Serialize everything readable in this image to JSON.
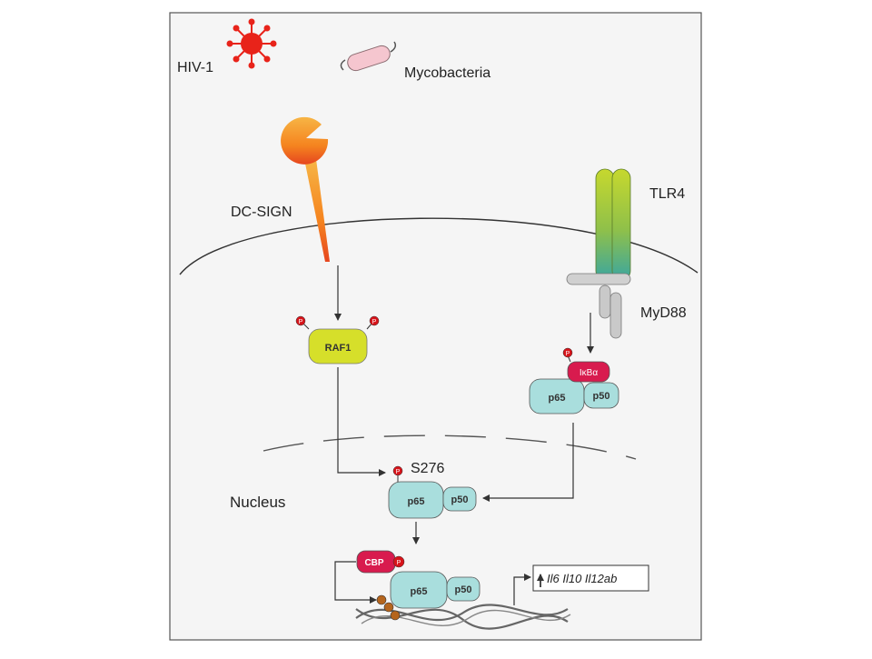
{
  "labels": {
    "hiv": "HIV-1",
    "mycobacteria": "Mycobacteria",
    "dc_sign": "DC-SIGN",
    "tlr4": "TLR4",
    "myd88": "MyD88",
    "raf1": "RAF1",
    "ikba": "IκBα",
    "p65": "p65",
    "p50": "p50",
    "s276": "S276",
    "nucleus": "Nucleus",
    "cbp": "CBP",
    "phospho": "P",
    "genes": "Il6 Il10 Il12ab"
  },
  "colors": {
    "frame_bg": "#f5f5f5",
    "frame_border": "#555555",
    "virus_red": "#e8231a",
    "mycobacteria_pink": "#f5c6cf",
    "dc_sign_orange": "#f59a22",
    "tlr4_green": "#b7cf2a",
    "tlr4_teal": "#3aa6a0",
    "myd88_gray": "#c9c9c9",
    "raf1_yellow": "#d6df2a",
    "nfkb_cyan": "#a9dedd",
    "ikba_red": "#d81b4e",
    "cbp_red": "#d81b4e",
    "phospho_red": "#d7141a",
    "dna_gray": "#666666"
  }
}
